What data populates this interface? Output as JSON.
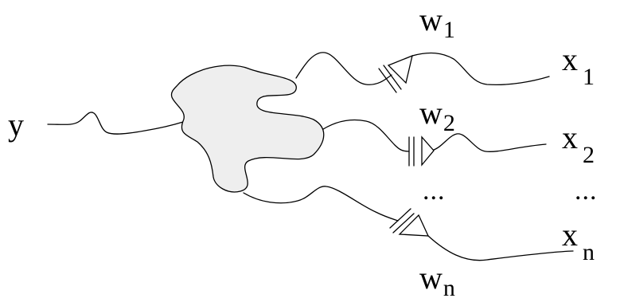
{
  "diagram": {
    "input": {
      "base": "y"
    },
    "weights": [
      {
        "base": "w",
        "sub": "1"
      },
      {
        "base": "w",
        "sub": "2"
      },
      {
        "base": "w",
        "sub": "n"
      }
    ],
    "outputs": [
      {
        "base": "x",
        "sub": "1"
      },
      {
        "base": "x",
        "sub": "2"
      },
      {
        "base": "x",
        "sub": "n"
      }
    ],
    "ellipsis_weights": "...",
    "ellipsis_outputs": "...",
    "colors": {
      "blob_fill": "#eeeeee",
      "stroke": "#000000",
      "background": "#ffffff"
    }
  }
}
